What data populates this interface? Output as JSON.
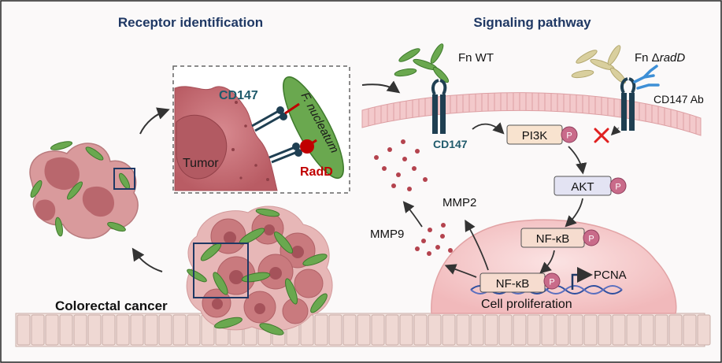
{
  "titles": {
    "left": "Receptor identification",
    "right": "Signaling pathway"
  },
  "inset": {
    "receptor": "CD147",
    "bacterium": "F. nucleatum",
    "ligand": "RadD",
    "cell": "Tumor"
  },
  "labels": {
    "tissue": "Colorectal cancer",
    "fn_wt": "Fn WT",
    "fn_mutant_prefix": "Fn Δ",
    "fn_mutant_gene": "radD",
    "antibody": "CD147 Ab",
    "membrane_receptor": "CD147",
    "pi3k": "PI3K",
    "akt": "AKT",
    "nfkb_cytoplasm": "NF-κB",
    "nfkb_nucleus": "NF-κB",
    "phospho": "P",
    "mmp2": "MMP2",
    "mmp9": "MMP9",
    "pcna": "PCNA",
    "outcome": "Cell proliferation"
  },
  "colors": {
    "title": "#1f3864",
    "receptor_text": "#1f5a6b",
    "radd_text": "#c00000",
    "bacteria_green": "#6aa84f",
    "bacteria_pale": "#d9cf9e",
    "tumor": "#c9737a",
    "membrane": "#e9a3a7",
    "nucleus": "#f6cfd0",
    "phospho": "#c96b8a",
    "mmp_dots": "#b4434e",
    "inhibit": "#e02020",
    "antibody": "#3d8fd6"
  }
}
